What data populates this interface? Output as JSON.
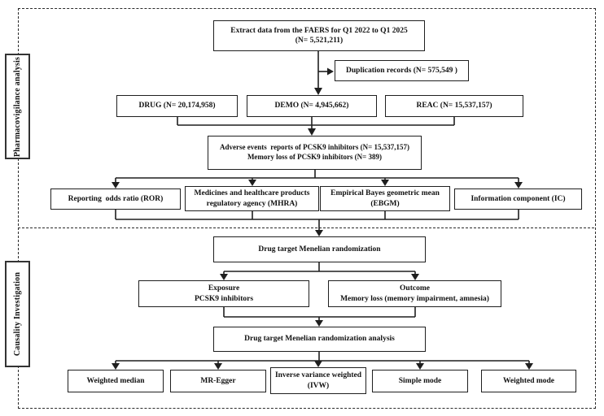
{
  "diagram_title": "FAERS pharmacovigilance and Mendelian randomization flowchart",
  "colors": {
    "line": "#1f1f1f",
    "background": "#ffffff",
    "dashed_frame": "#2a2a2a"
  },
  "sections": {
    "pharmacovigilance": {
      "label": "Pharmacovigilance analysis"
    },
    "causality": {
      "label": "Causality Investigation"
    }
  },
  "nodes": {
    "extract": {
      "line1": "Extract data from the FAERS for Q1 2022 to Q1 2025",
      "line2": "(N= 5,521,211)"
    },
    "duplication": {
      "label": "Duplication records (N= 575,549 )"
    },
    "drug": {
      "label": "DRUG (N= 20,174,958)"
    },
    "demo": {
      "label": "DEMO (N= 4,945,662)"
    },
    "reac": {
      "label": "REAC (N= 15,537,157)"
    },
    "adverse": {
      "line1": "Adverse events  reports of PCSK9 inhibitors (N= 15,537,157)",
      "line2": "Memory loss of PCSK9 inhibitors (N= 389)"
    },
    "ror": {
      "label": "Reporting  odds ratio (ROR)"
    },
    "mhra": {
      "line1": "Medicines and healthcare products",
      "line2": "regulatory agency (MHRA)"
    },
    "ebgm": {
      "line1": "Empirical Bayes geometric mean",
      "line2": "(EBGM)"
    },
    "ic": {
      "label": "Information component (IC)"
    },
    "mr": {
      "label": "Drug target Menelian randomization"
    },
    "exposure": {
      "line1": "Exposure",
      "line2": "PCSK9 inhibitors"
    },
    "outcome": {
      "line1": "Outcome",
      "line2": "Memory loss (memory impairment, amnesia)"
    },
    "mr_analysis": {
      "label": "Drug target Menelian randomization analysis"
    },
    "weighted_median": {
      "label": "Weighted median"
    },
    "mr_egger": {
      "label": "MR-Egger"
    },
    "ivw": {
      "line1": "Inverse variance weighted",
      "line2": "(IVW)"
    },
    "simple_mode": {
      "label": "Simple mode"
    },
    "weighted_mode": {
      "label": "Weighted mode"
    }
  }
}
